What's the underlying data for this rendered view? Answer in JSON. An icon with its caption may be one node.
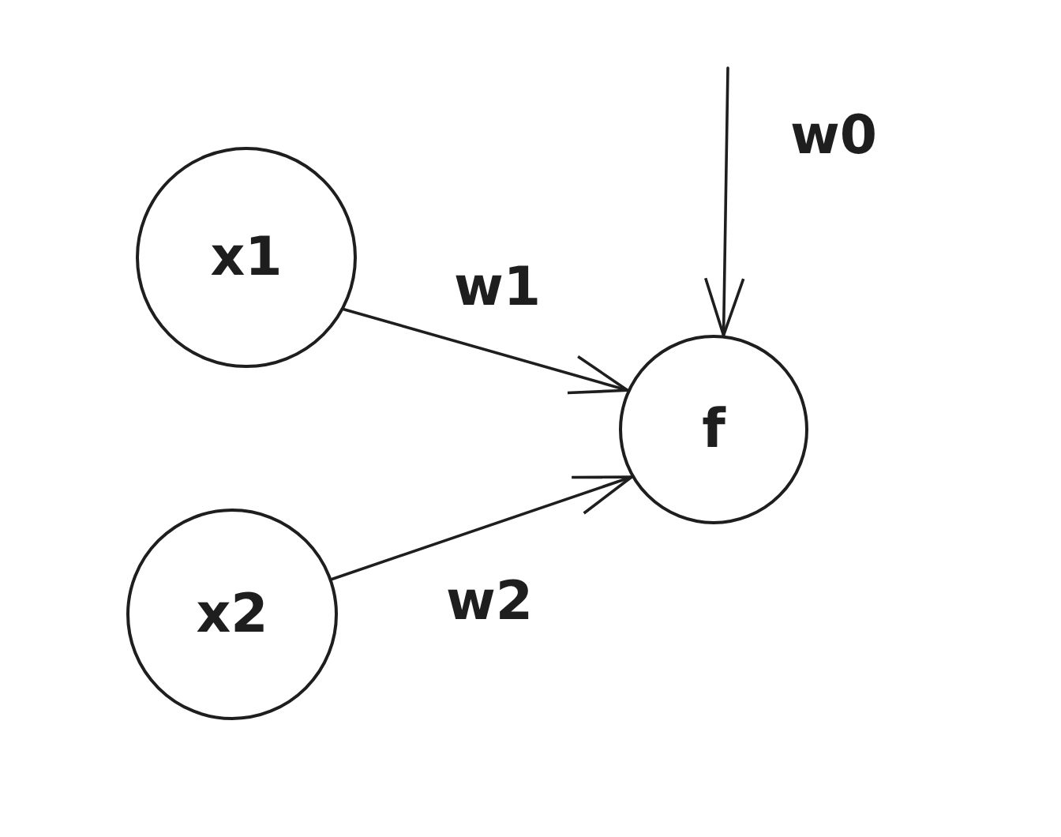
{
  "diagram": {
    "nodes": [
      {
        "text": [
          "x1"
        ]
      },
      {
        "text": [
          "f"
        ]
      },
      {
        "text": [
          "x2"
        ]
      }
    ],
    "edges": [
      {
        "from": null,
        "to": 1,
        "arrow": "to",
        "label": "w0"
      },
      {
        "from": 0,
        "to": 1,
        "arrow": "to",
        "label": "w1"
      },
      {
        "from": 2,
        "to": 1,
        "arrow": "to",
        "label": "w2"
      }
    ]
  }
}
